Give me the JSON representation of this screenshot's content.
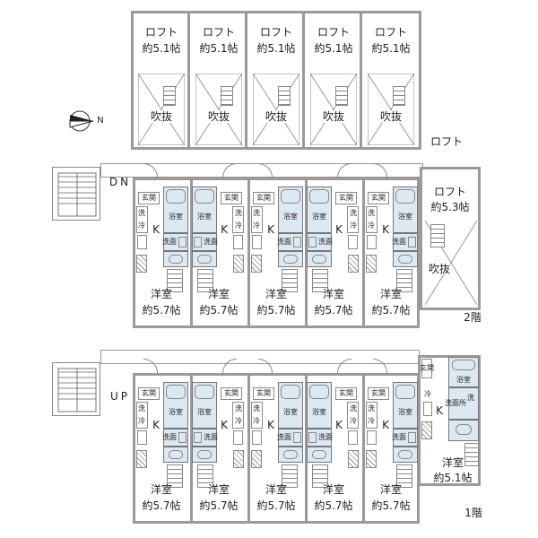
{
  "compass": {
    "north": "N"
  },
  "loft_floor": {
    "label": "ロフト",
    "units": [
      {
        "label": "ロフト",
        "area": "約5.1帖",
        "void": "吹抜"
      },
      {
        "label": "ロフト",
        "area": "約5.1帖",
        "void": "吹抜"
      },
      {
        "label": "ロフト",
        "area": "約5.1帖",
        "void": "吹抜"
      },
      {
        "label": "ロフト",
        "area": "約5.1帖",
        "void": "吹抜"
      },
      {
        "label": "ロフト",
        "area": "約5.1帖",
        "void": "吹抜"
      }
    ]
  },
  "floor2": {
    "label": "2階",
    "stairs": "DN",
    "units": [
      {
        "entry": "玄関",
        "bath": "浴室",
        "washer": "洗",
        "fridge": "冷",
        "kitchen": "K",
        "washroom": "洗面",
        "room": "洋室",
        "area": "約5.7帖"
      },
      {
        "entry": "玄関",
        "bath": "浴室",
        "washer": "洗",
        "fridge": "冷",
        "kitchen": "K",
        "washroom": "洗面",
        "room": "洋室",
        "area": "約5.7帖"
      },
      {
        "entry": "玄関",
        "bath": "浴室",
        "washer": "洗",
        "fridge": "冷",
        "kitchen": "K",
        "washroom": "洗面",
        "room": "洋室",
        "area": "約5.7帖"
      },
      {
        "entry": "玄関",
        "bath": "浴室",
        "washer": "洗",
        "fridge": "冷",
        "kitchen": "K",
        "washroom": "洗面",
        "room": "洋室",
        "area": "約5.7帖"
      },
      {
        "entry": "玄関",
        "bath": "浴室",
        "washer": "洗",
        "fridge": "冷",
        "kitchen": "K",
        "washroom": "洗面",
        "room": "洋室",
        "area": "約5.7帖"
      }
    ],
    "loft_unit": {
      "label": "ロフト",
      "area": "約5.3帖",
      "void": "吹抜"
    }
  },
  "floor1": {
    "label": "1階",
    "stairs": "UP",
    "units": [
      {
        "entry": "玄関",
        "bath": "浴室",
        "washer": "洗",
        "fridge": "冷",
        "kitchen": "K",
        "washroom": "洗面",
        "room": "洋室",
        "area": "約5.7帖"
      },
      {
        "entry": "玄関",
        "bath": "浴室",
        "washer": "洗",
        "fridge": "冷",
        "kitchen": "K",
        "washroom": "洗面",
        "room": "洋室",
        "area": "約5.7帖"
      },
      {
        "entry": "玄関",
        "bath": "浴室",
        "washer": "洗",
        "fridge": "冷",
        "kitchen": "K",
        "washroom": "洗面",
        "room": "洋室",
        "area": "約5.7帖"
      },
      {
        "entry": "玄関",
        "bath": "浴室",
        "washer": "洗",
        "fridge": "冷",
        "kitchen": "K",
        "washroom": "洗面",
        "room": "洋室",
        "area": "約5.7帖"
      },
      {
        "entry": "玄関",
        "bath": "浴室",
        "washer": "洗",
        "fridge": "冷",
        "kitchen": "K",
        "washroom": "洗面",
        "room": "洋室",
        "area": "約5.7帖"
      }
    ],
    "corner_unit": {
      "entry": "玄関",
      "bath": "浴室",
      "fridge": "冷",
      "kitchen": "K",
      "washroom": "洗面所",
      "washer": "洗",
      "room": "洋室",
      "area": "約5.1帖"
    }
  }
}
